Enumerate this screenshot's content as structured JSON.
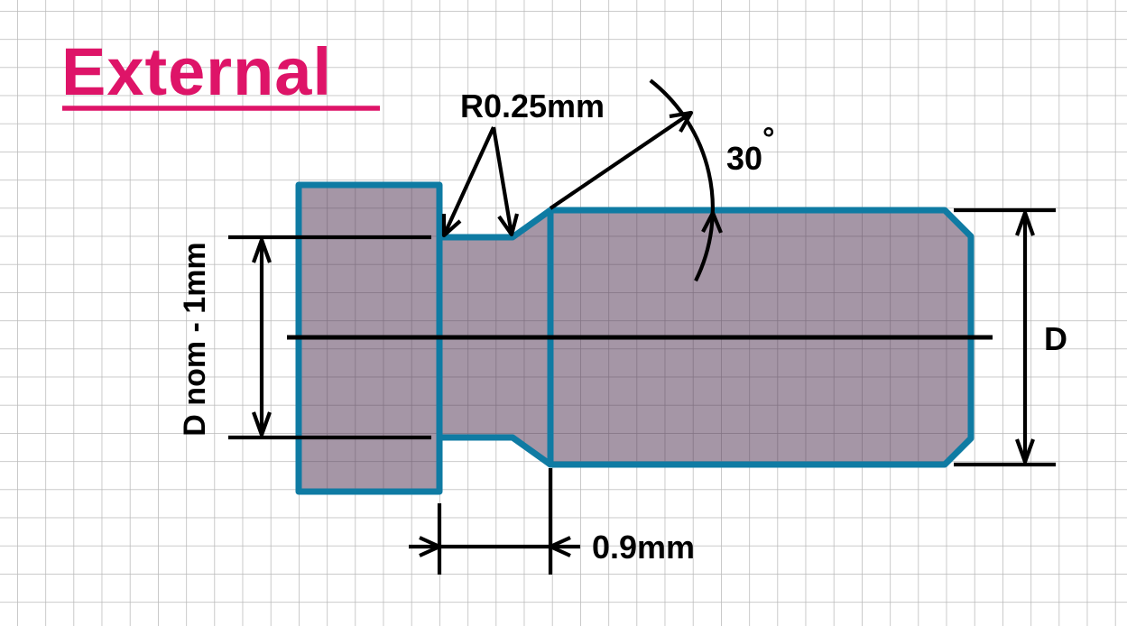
{
  "title": {
    "text": "External"
  },
  "labels": {
    "radius": "R0.25mm",
    "angle_value": "30",
    "degree_symbol": "°",
    "diameter": "D",
    "neck_diameter": "D nom - 1mm",
    "undercut_width": "0.9mm"
  },
  "colors": {
    "outline": "#0f7ba3",
    "profile_fill": "rgba(75,45,78,0.5)",
    "title": "#de1468",
    "grid": "#b9b9b9",
    "annotation": "#000000",
    "paper": "#ffffff"
  }
}
